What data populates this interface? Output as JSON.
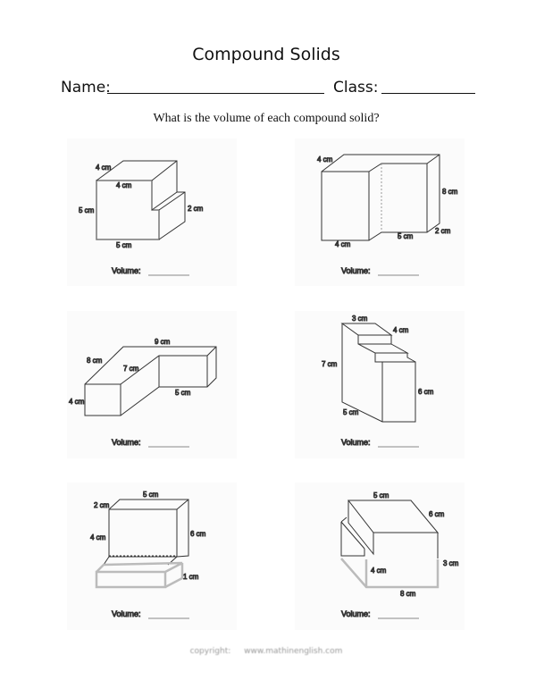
{
  "title": "Compound Solids",
  "name_label": "Name:",
  "class_label": "Class:",
  "question": "What is the volume of each compound solid?",
  "volume_label": "Volume:",
  "figures": [
    {
      "labels": [
        "4 cm",
        "4 cm",
        "5 cm",
        "2 cm",
        "5 cm"
      ]
    },
    {
      "labels": [
        "4 cm",
        "8 cm",
        "2 cm",
        "5 cm",
        "4 cm"
      ]
    },
    {
      "labels": [
        "9 cm",
        "8 cm",
        "7 cm",
        "5 cm",
        "4 cm"
      ]
    },
    {
      "labels": [
        "3 cm",
        "4 cm",
        "7 cm",
        "6 cm",
        "5 cm"
      ]
    },
    {
      "labels": [
        "5 cm",
        "2 cm",
        "4 cm",
        "6 cm",
        "1 cm"
      ]
    },
    {
      "labels": [
        "5 cm",
        "6 cm",
        "4 cm",
        "3 cm",
        "8 cm"
      ]
    }
  ],
  "footer": {
    "copyright": "copyright:",
    "site": "www.mathinenglish.com"
  }
}
